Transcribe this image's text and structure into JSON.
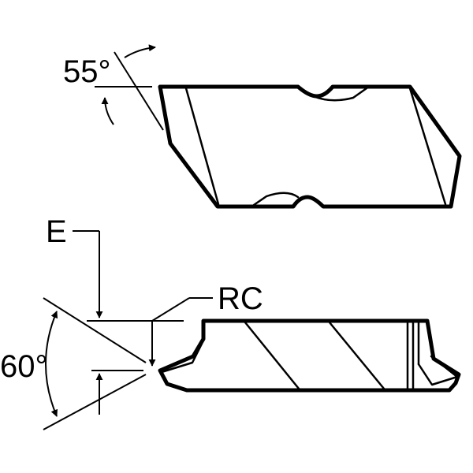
{
  "labels": {
    "angle_top": "55°",
    "dimension_e": "E",
    "dimension_rc": "RC",
    "angle_side": "60°"
  },
  "colors": {
    "line": "#000000",
    "background": "#ffffff"
  }
}
